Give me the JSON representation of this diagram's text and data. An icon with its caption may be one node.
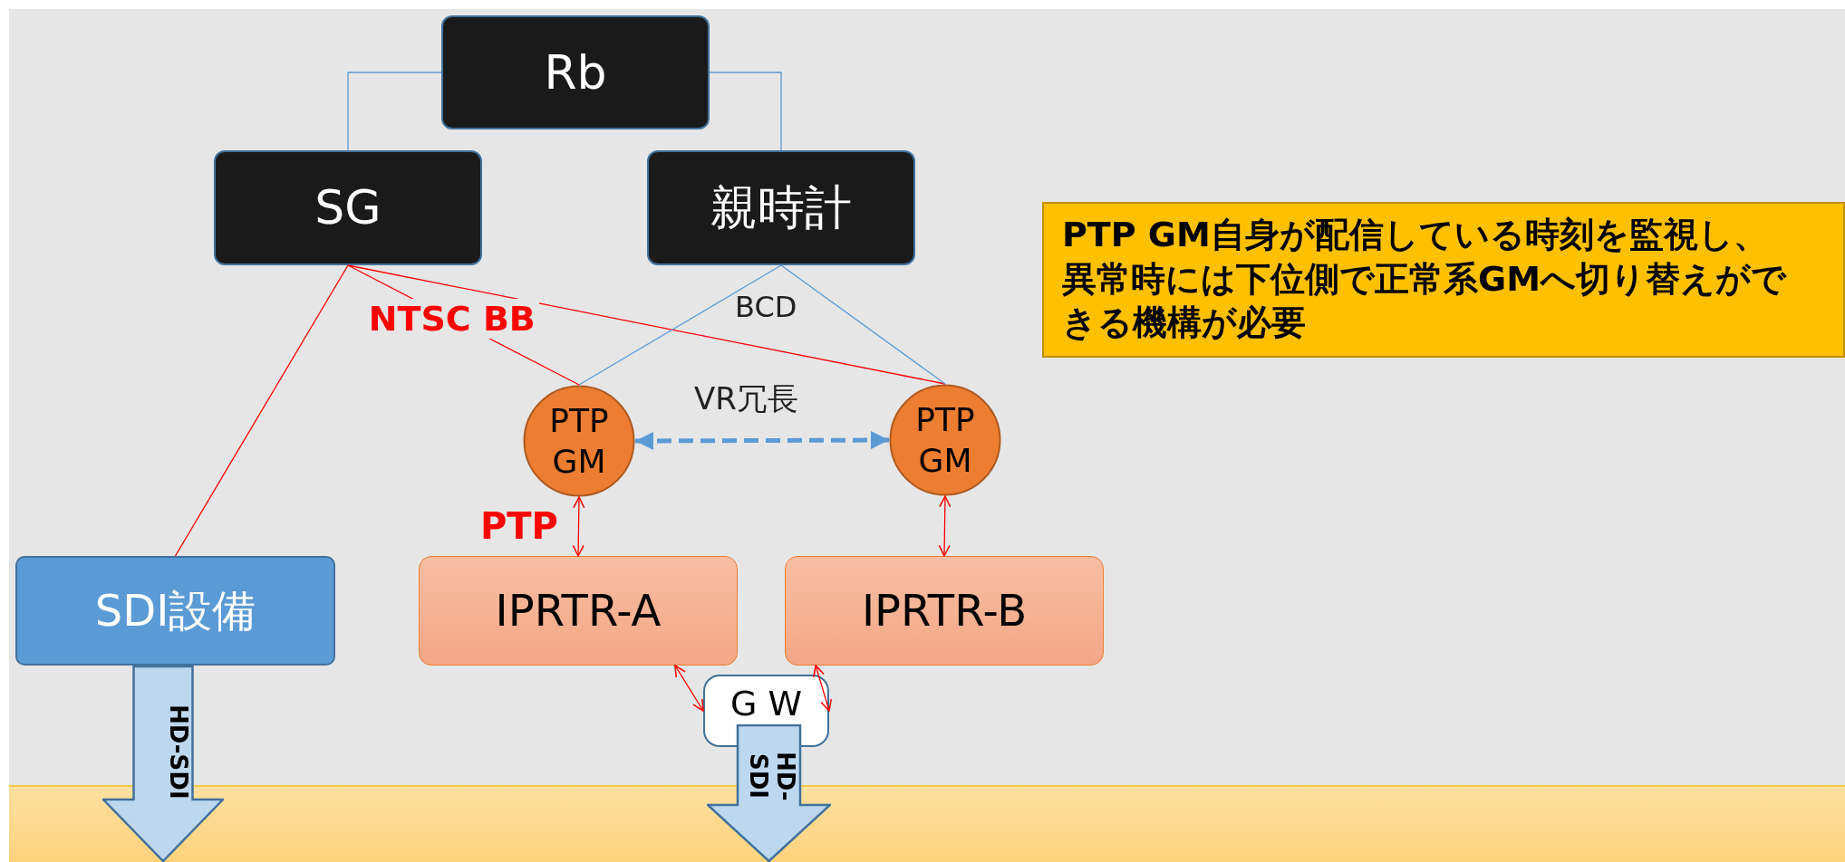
{
  "diagram": {
    "nodes": [
      {
        "text": [
          "Rb"
        ]
      },
      {
        "text": [
          "SG"
        ]
      },
      {
        "text": [
          "親時計"
        ]
      },
      {
        "text": [
          "PTP GM"
        ]
      },
      {
        "text": [
          "PTP GM"
        ]
      },
      {
        "text": [
          "SDI設備"
        ]
      },
      {
        "text": [
          "IPRTR-A"
        ]
      },
      {
        "text": [
          "IPRTR-B"
        ]
      },
      {
        "text": [
          "G W"
        ]
      },
      {
        "text": [
          "PTP GM自身が配信している時刻を監視し、異常時には下位側で正常系GMへ切り替えができる機構が必要"
        ]
      },
      {
        "text": [
          "HD-SDI"
        ]
      },
      {
        "text": [
          "HD-SDI"
        ]
      }
    ],
    "edges": [
      {
        "from": 0,
        "to": 1,
        "arrow": "none",
        "color": "#5b9bd5"
      },
      {
        "from": 0,
        "to": 2,
        "arrow": "none",
        "color": "#5b9bd5"
      },
      {
        "from": 1,
        "to": 5,
        "arrow": "none"
      },
      {
        "from": 1,
        "to": 3,
        "arrow": "none",
        "label": "NTSC BB"
      },
      {
        "from": 1,
        "to": 4,
        "arrow": "none"
      },
      {
        "from": 2,
        "to": 3,
        "arrow": "none",
        "color": "#5b9bd5"
      },
      {
        "from": 2,
        "to": 4,
        "arrow": "none",
        "color": "#5b9bd5"
      },
      {
        "from": 3,
        "to": 4,
        "arrow": "both",
        "style": "dashed",
        "color": "#5b9bd5"
      },
      {
        "from": 3,
        "to": 6,
        "arrow": "both"
      },
      {
        "from": 4,
        "to": 7,
        "arrow": "both"
      },
      {
        "from": 6,
        "to": 8,
        "arrow": "both"
      },
      {
        "from": 7,
        "to": 8,
        "arrow": "both"
      }
    ],
    "labels": [
      "BCD",
      "VR冗長",
      "PTP"
    ]
  }
}
